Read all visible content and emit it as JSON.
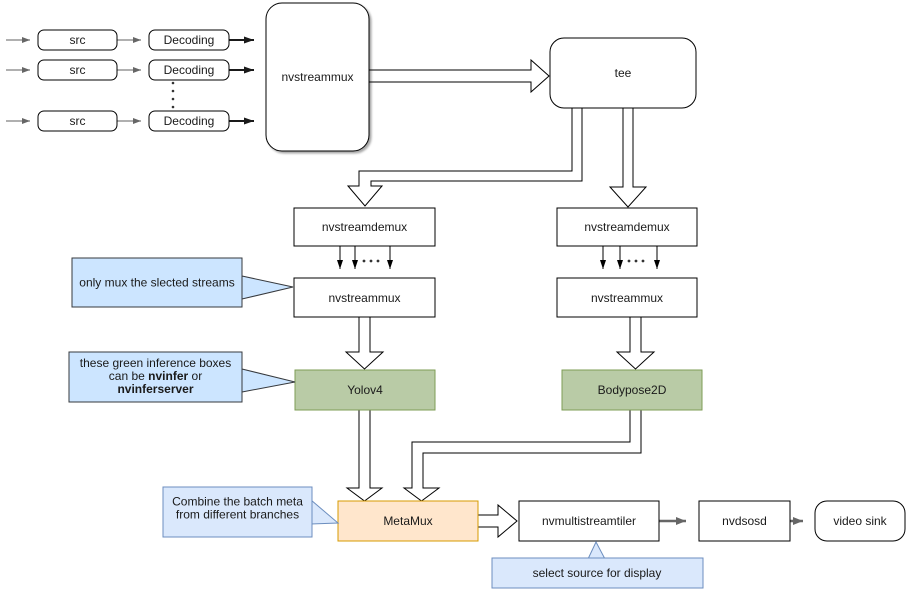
{
  "colors": {
    "canvas_bg": "#ffffff",
    "node_fill": "#ffffff",
    "node_border": "#000000",
    "green_fill": "#b9cba6",
    "green_border": "#7e9d55",
    "orange_fill": "#ffe6cc",
    "orange_border": "#d79b00",
    "note_dark_fill": "#cce5ff",
    "note_dark_border": "#36393d",
    "note_light_fill": "#dae8fc",
    "note_light_border": "#6c8ebf",
    "gray_arrow": "#666666"
  },
  "inputs": {
    "rows": [
      {
        "src": "src",
        "decoding": "Decoding"
      },
      {
        "src": "src",
        "decoding": "Decoding"
      },
      {
        "src": "src",
        "decoding": "Decoding"
      }
    ]
  },
  "nodes": {
    "main_mux": "nvstreammux",
    "tee": "tee",
    "demux_left": "nvstreamdemux",
    "demux_right": "nvstreamdemux",
    "branch_mux_left": "nvstreammux",
    "branch_mux_right": "nvstreammux",
    "infer_left": "Yolov4",
    "infer_right": "Bodypose2D",
    "metamux": "MetaMux",
    "tiler": "nvmultistreamtiler",
    "osd": "nvdsosd",
    "sink": "video sink"
  },
  "callouts": {
    "mux_note": {
      "text": "only mux the slected streams"
    },
    "infer_note": {
      "line1": "these green inference boxes",
      "line2_pre": "can be ",
      "line2_bold": "nvinfer",
      "line2_suf": " or",
      "line3_bold": "nvinferserver"
    },
    "meta_note": {
      "line1": "Combine the batch meta",
      "line2": "from different branches"
    },
    "tiler_note": {
      "text": "select source for display"
    }
  }
}
